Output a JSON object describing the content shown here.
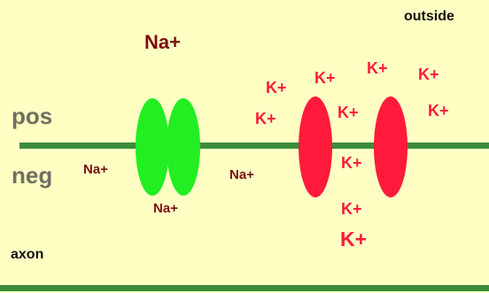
{
  "labels": {
    "outside": "outside",
    "pos": "pos",
    "neg": "neg",
    "axon": "axon"
  },
  "na_labels": [
    "Na+",
    "Na+",
    "Na+",
    "Na+"
  ],
  "k_labels": [
    "K+",
    "K+",
    "K+",
    "K+",
    "K+",
    "K+",
    "K+",
    "K+",
    "K+",
    "K+"
  ],
  "colors": {
    "background": "#ffffc4",
    "membrane": "#3c8c3c",
    "na_channel": "#22ee22",
    "k_channel": "#ff1a3c",
    "na_text": "#7a1010",
    "k_text": "#ff1a3c",
    "side_text": "#707060"
  }
}
